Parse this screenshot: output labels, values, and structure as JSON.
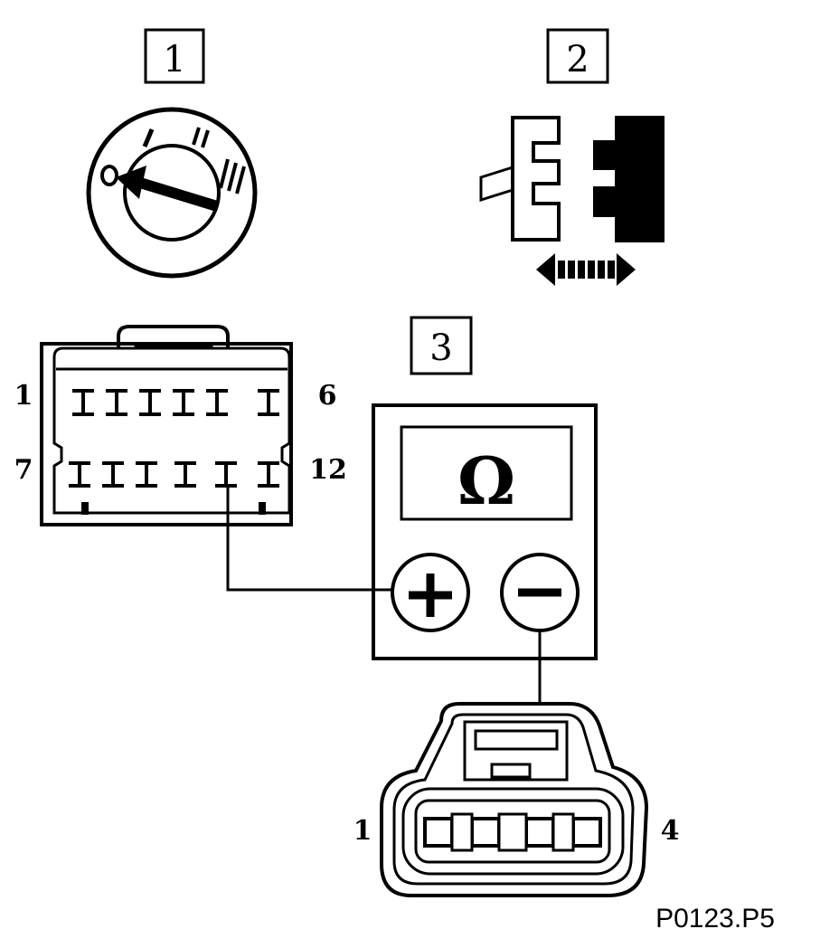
{
  "step_labels": {
    "step1": "1",
    "step2": "2",
    "step3": "3"
  },
  "ignition_switch": {
    "positions": [
      "O",
      "I",
      "II",
      "III"
    ],
    "selected_position": "O"
  },
  "connector_12pin": {
    "pin_top_left": "1",
    "pin_top_right": "6",
    "pin_bottom_left": "7",
    "pin_bottom_right": "12"
  },
  "meter": {
    "display_symbol": "Ω",
    "positive_symbol": "+",
    "negative_symbol": "−"
  },
  "connector_4pin": {
    "pin_left": "1",
    "pin_right": "4"
  },
  "figure_code": "P0123.P5",
  "colors": {
    "ink": "#000000",
    "background": "#ffffff"
  }
}
